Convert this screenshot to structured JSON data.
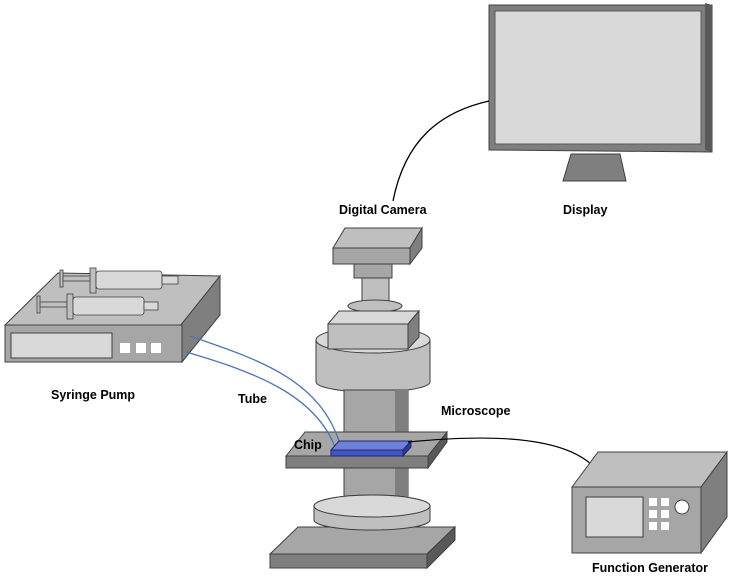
{
  "labels": {
    "digital_camera": "Digital Camera",
    "display": "Display",
    "syringe_pump": "Syringe Pump",
    "tube": "Tube",
    "microscope": "Microscope",
    "chip": "Chip",
    "function_generator": "Function Generator"
  },
  "colors": {
    "device_gray": "#a6a6a6",
    "device_dark": "#7f7f7f",
    "device_light": "#d9d9d9",
    "screen": "#d9d9d9",
    "chip": "#4355c4",
    "tube": "#4f74b5",
    "cable": "#000000"
  },
  "icons": {
    "monitor": "display-monitor-icon",
    "pump": "syringe-pump-icon",
    "scope": "microscope-icon",
    "generator": "function-generator-icon"
  }
}
